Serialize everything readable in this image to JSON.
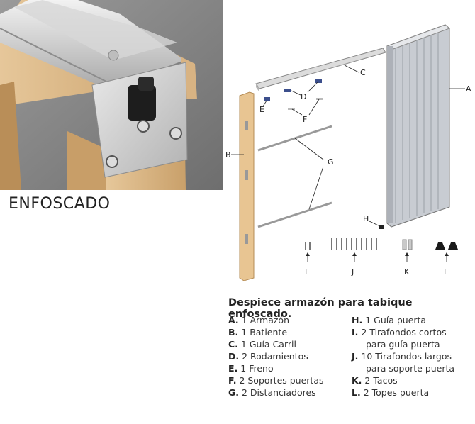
{
  "photo": {
    "caption": "ENFOSCADO"
  },
  "diagram": {
    "callouts": {
      "A": "A",
      "B": "B",
      "C": "C",
      "D": "D",
      "E": "E",
      "F": "F",
      "G": "G",
      "H": "H",
      "I": "I",
      "J": "J",
      "K": "K",
      "L": "L"
    }
  },
  "parts_list": {
    "title": "Despiece armazón para tabique enfoscado.",
    "left": [
      {
        "key": "A.",
        "text": "1 Armazón"
      },
      {
        "key": "B.",
        "text": "1 Batiente"
      },
      {
        "key": "C.",
        "text": "1 Guía Carril"
      },
      {
        "key": "D.",
        "text": "2 Rodamientos"
      },
      {
        "key": "E.",
        "text": "1 Freno"
      },
      {
        "key": "F.",
        "text": " 2 Soportes puertas"
      },
      {
        "key": "G.",
        "text": "2 Distanciadores"
      }
    ],
    "right": [
      {
        "key": "H.",
        "text": "1 Guía puerta"
      },
      {
        "key": "I.",
        "text": " 2 Tirafondos cortos"
      },
      {
        "key": "",
        "text": "para guía puerta"
      },
      {
        "key": "J.",
        "text": "10 Tirafondos largos"
      },
      {
        "key": "",
        "text": "para soporte puerta"
      },
      {
        "key": "K.",
        "text": "2 Tacos"
      },
      {
        "key": "L.",
        "text": "2 Topes puerta"
      }
    ]
  }
}
